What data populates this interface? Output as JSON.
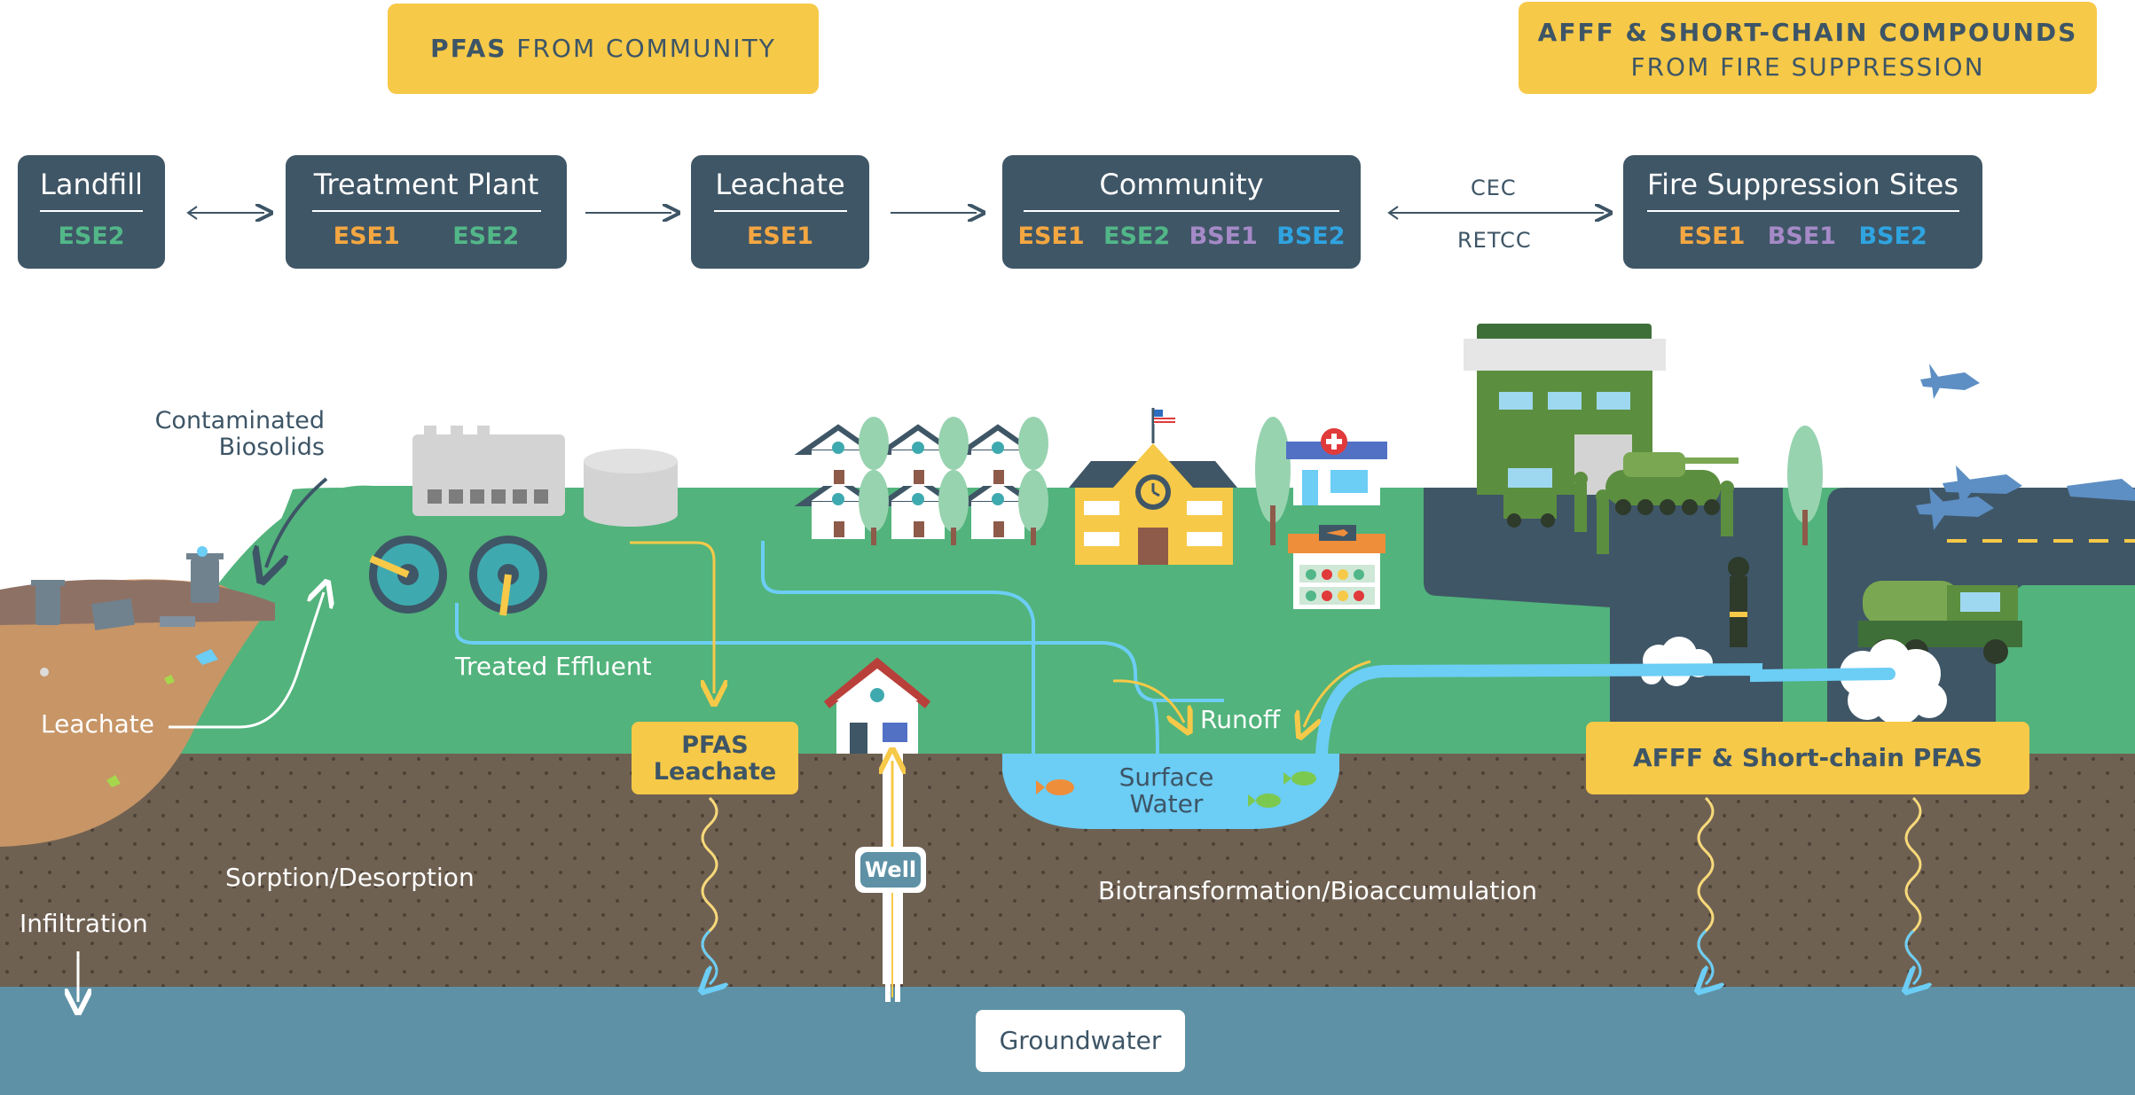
{
  "banners": {
    "community_bold": "PFAS",
    "community_rest": "FROM COMMUNITY",
    "fire_line1": "AFFF & SHORT-CHAIN COMPOUNDS",
    "fire_line2": "FROM FIRE SUPPRESSION"
  },
  "nodes": {
    "landfill": {
      "title": "Landfill",
      "codes": [
        "ESE2"
      ]
    },
    "treatment": {
      "title": "Treatment Plant",
      "codes": [
        "ESE1",
        "ESE2"
      ]
    },
    "leachate": {
      "title": "Leachate",
      "codes": [
        "ESE1"
      ]
    },
    "community": {
      "title": "Community",
      "codes": [
        "ESE1",
        "ESE2",
        "BSE1",
        "BSE2"
      ]
    },
    "fire": {
      "title": "Fire Suppression Sites",
      "codes": [
        "ESE1",
        "BSE1",
        "BSE2"
      ]
    }
  },
  "link_labels": {
    "cec": "CEC",
    "retcc": "RETCC"
  },
  "scene_labels": {
    "biosolids_line1": "Contaminated",
    "biosolids_line2": "Biosolids",
    "leachate": "Leachate",
    "treated_effluent": "Treated Effluent",
    "pfas_leachate_line1": "PFAS",
    "pfas_leachate_line2": "Leachate",
    "runoff": "Runoff",
    "surface_water_line1": "Surface",
    "surface_water_line2": "Water",
    "afff_box": "AFFF & Short-chain PFAS",
    "sorption": "Sorption/Desorption",
    "infiltration": "Infiltration",
    "well": "Well",
    "biotransformation": "Biotransformation/Bioaccumulation",
    "groundwater": "Groundwater"
  },
  "colors": {
    "ESE1": "#f4a741",
    "ESE2": "#52b788",
    "BSE1": "#a58ac7",
    "BSE2": "#2fa4e0",
    "node_bg": "#3f5666",
    "banner": "#f7c948",
    "grass": "#52b37c",
    "soil": "#6f6152",
    "groundwater": "#5e91a6",
    "water": "#6ccdf5"
  }
}
